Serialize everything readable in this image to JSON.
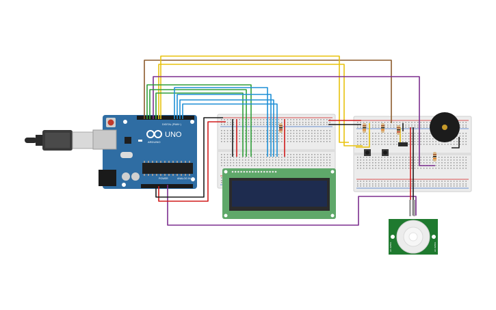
{
  "board": {
    "brand": "UNO",
    "logo_text": "ARDUINO",
    "digital_label": "DIGITAL (PWM~)",
    "power_label": "POWER",
    "analog_label": "ANALOG IN"
  },
  "pir": {
    "side_label_left": "HC-SR501",
    "side_label_right": "HC-SR501"
  },
  "colors": {
    "wire_yellow": "#e8c20c",
    "wire_brown": "#8b5a2b",
    "wire_purple": "#7b2d8e",
    "wire_green": "#2e9e38",
    "wire_blue": "#1e8fd6",
    "wire_red": "#d11a1a",
    "wire_black": "#1a1a1a",
    "arduino_blue": "#2f6da3",
    "lcd_green": "#5fa86a",
    "lcd_screen": "#1e2c4f",
    "pir_green": "#1f7a2f"
  }
}
